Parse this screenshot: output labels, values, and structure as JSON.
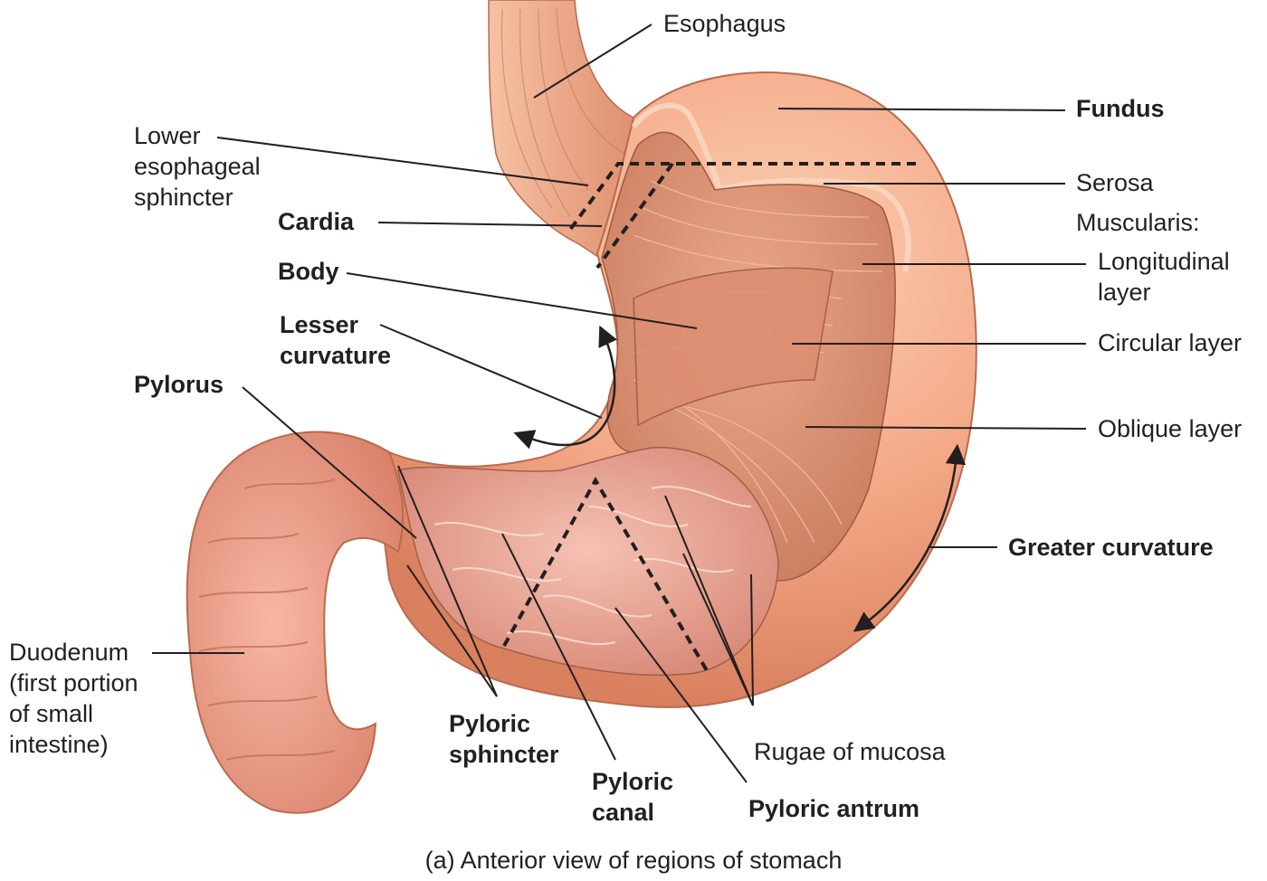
{
  "diagram": {
    "caption": "(a) Anterior view of regions of stomach",
    "labels": {
      "esophagus": "Esophagus",
      "fundus": "Fundus",
      "lower_esophageal_sphincter": "Lower\nesophageal\nsphincter",
      "serosa": "Serosa",
      "muscularis": "Muscularis:",
      "cardia": "Cardia",
      "longitudinal_layer": "Longitudinal\nlayer",
      "body": "Body",
      "circular_layer": "Circular layer",
      "lesser_curvature": "Lesser\ncurvature",
      "pylorus": "Pylorus",
      "oblique_layer": "Oblique layer",
      "greater_curvature": "Greater curvature",
      "duodenum": "Duodenum\n(first portion\nof small\nintestine)",
      "pyloric_sphincter": "Pyloric\nsphincter",
      "rugae_of_mucosa": "Rugae of mucosa",
      "pyloric_canal": "Pyloric\ncanal",
      "pyloric_antrum": "Pyloric antrum"
    },
    "colors": {
      "outer_tissue": "#f0a07e",
      "muscle": "#e3957a",
      "mucosa": "#e8a090",
      "line": "#231f20"
    }
  }
}
